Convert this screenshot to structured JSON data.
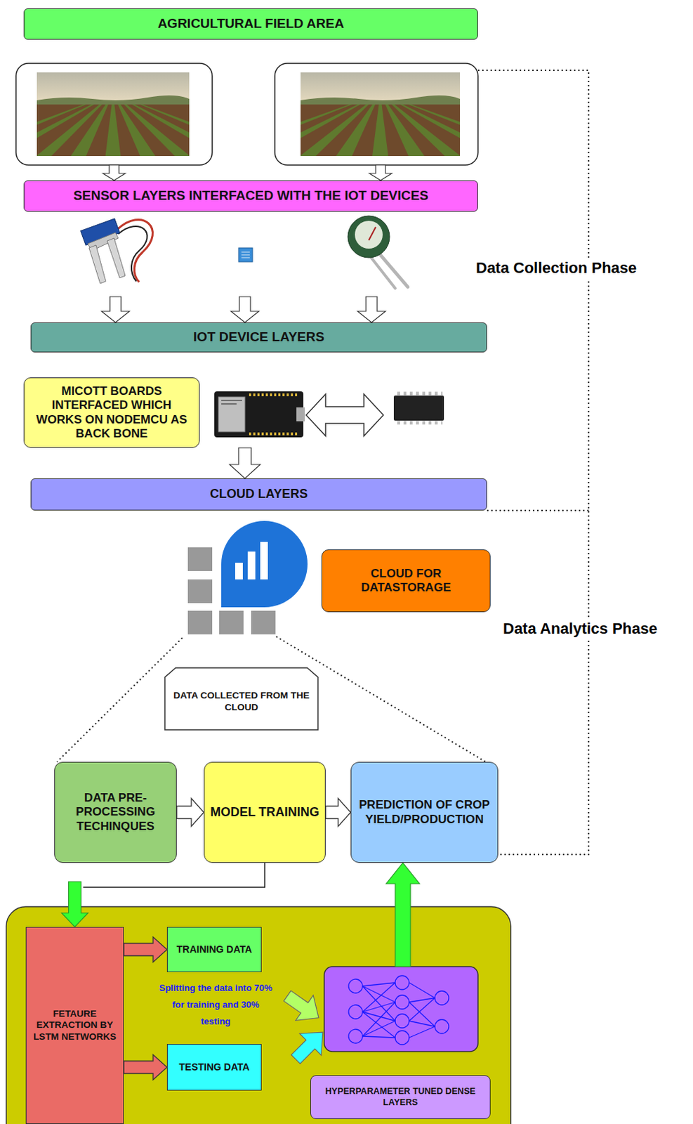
{
  "diagram": {
    "nodes": [
      {
        "text": [
          "AGRICULTURAL FIELD AREA"
        ]
      },
      {
        "text": [
          "SENSOR LAYERS INTERFACED WITH THE IOT DEVICES"
        ]
      },
      {
        "text": [
          "IOT DEVICE LAYERS"
        ]
      },
      {
        "text": [
          "MICOTT BOARDS INTERFACED WHICH WORKS ON NODEMCU AS BACK BONE"
        ]
      },
      {
        "text": [
          "CLOUD LAYERS"
        ]
      },
      {
        "text": [
          "CLOUD FOR DATASTORAGE"
        ]
      },
      {
        "text": [
          "DATA COLLECTED FROM THE CLOUD"
        ]
      },
      {
        "text": [
          "DATA PRE-PROCESSING TECHINQUES"
        ]
      },
      {
        "text": [
          "MODEL TRAINING"
        ]
      },
      {
        "text": [
          "PREDICTION OF CROP YIELD/PRODUCTION"
        ]
      },
      {
        "text": [
          "FETAURE EXTRACTION BY LSTM NETWORKS"
        ]
      },
      {
        "text": [
          "TRAINING DATA"
        ]
      },
      {
        "text": [
          "TESTING DATA"
        ]
      },
      {
        "text": [
          "HYPERPARAMETER TUNED DENSE LAYERS"
        ]
      }
    ],
    "edges": [
      {
        "from": 7,
        "to": 8,
        "arrow": "to"
      },
      {
        "from": 8,
        "to": 9,
        "arrow": "to"
      },
      {
        "from": 8,
        "to": 10,
        "arrow": "to"
      },
      {
        "from": 10,
        "to": 11,
        "arrow": "to"
      },
      {
        "from": 10,
        "to": 12,
        "arrow": "to"
      }
    ],
    "labels": [
      "Data Collection Phase",
      "Data Analytics Phase",
      "Splitting the data into 70% for training and 30% testing"
    ]
  }
}
